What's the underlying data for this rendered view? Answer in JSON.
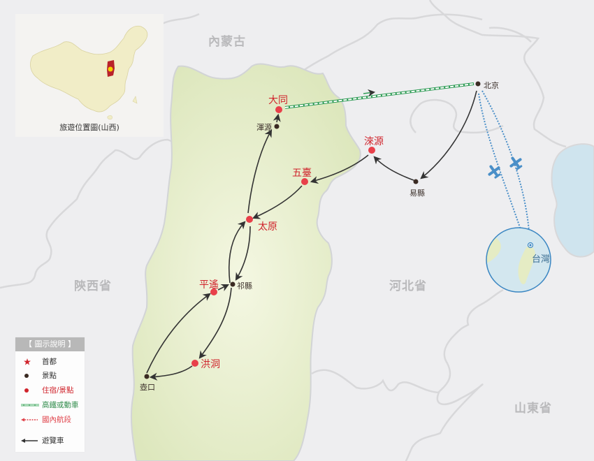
{
  "inset": {
    "caption": "旅遊位置圖(山西)",
    "highlight_color": "#b9222a",
    "marker_color": "#f5d000",
    "land_color": "#f1edc7"
  },
  "regions": [
    {
      "id": "neimenggu",
      "label": "內蒙古"
    },
    {
      "id": "shaanxi",
      "label": "陝西省"
    },
    {
      "id": "hebei",
      "label": "河北省"
    },
    {
      "id": "shandong",
      "label": "山東省"
    }
  ],
  "cities": {
    "datong": {
      "label": "大同",
      "type": "stay"
    },
    "hunyuan": {
      "label": "渾源",
      "type": "attraction"
    },
    "laiyuan": {
      "label": "淶源",
      "type": "stay"
    },
    "wutai": {
      "label": "五臺",
      "type": "stay"
    },
    "taiyuan": {
      "label": "太原",
      "type": "stay"
    },
    "qixian": {
      "label": "祁縣",
      "type": "attraction"
    },
    "pingyao": {
      "label": "平遙",
      "type": "stay"
    },
    "hongtong": {
      "label": "洪洞",
      "type": "stay"
    },
    "hukou": {
      "label": "壺口",
      "type": "attraction"
    },
    "yixian": {
      "label": "易縣",
      "type": "attraction"
    },
    "beijing": {
      "label": "北京",
      "type": "attraction"
    },
    "taiwan": {
      "label": "台灣",
      "type": "origin"
    }
  },
  "legend": {
    "title": "【 圖示說明 】",
    "items": [
      {
        "label": "首都",
        "symbol": "star",
        "color": "#d0242c"
      },
      {
        "label": "景點",
        "symbol": "dot",
        "color": "#3a2a22"
      },
      {
        "label": "住宿/景點",
        "symbol": "dot",
        "color": "#d0242c"
      },
      {
        "label": "高鐵或動車",
        "symbol": "rail",
        "color": "#2e8b4a"
      },
      {
        "label": "國內航段",
        "symbol": "flight",
        "color": "#e0434b"
      },
      {
        "label": "遊覽車",
        "symbol": "bus",
        "color": "#333333"
      }
    ]
  },
  "colors": {
    "background": "#eeeef0",
    "shanxi_fill": "#e4ecc6",
    "border": "#d8d8da",
    "stay_dot": "#e8404a",
    "attraction_dot": "#3a2a22",
    "route": "#333333",
    "rail": "#2e9b55",
    "flight": "#4a8fc8",
    "sea": "#cfe4ee"
  }
}
